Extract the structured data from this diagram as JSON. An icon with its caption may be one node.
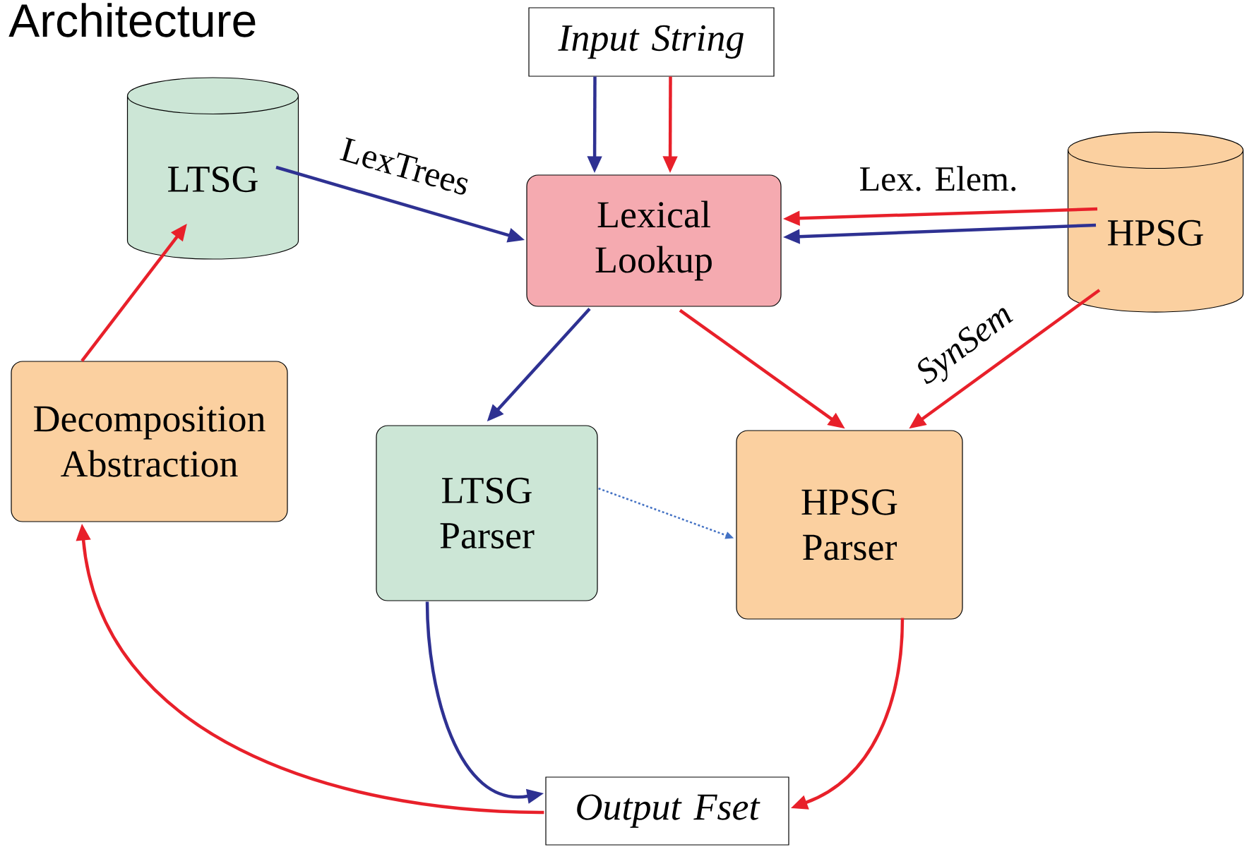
{
  "diagram": {
    "title": "Architecture",
    "nodes": [
      {
        "text": [
          "Input String"
        ]
      },
      {
        "text": [
          "LTSG"
        ]
      },
      {
        "text": [
          "Lexical Lookup"
        ]
      },
      {
        "text": [
          "HPSG"
        ]
      },
      {
        "text": [
          "Decomposition Abstraction"
        ]
      },
      {
        "text": [
          "LTSG Parser"
        ]
      },
      {
        "text": [
          "HPSG Parser"
        ]
      },
      {
        "text": [
          "Output Fset"
        ]
      }
    ],
    "edges": [
      {
        "from": 0,
        "to": 2,
        "arrow": "to",
        "color": "#2e3192"
      },
      {
        "from": 0,
        "to": 2,
        "arrow": "to"
      },
      {
        "from": 1,
        "to": 2,
        "arrow": "to",
        "label": "LexTrees",
        "color": "#2e3192"
      },
      {
        "from": 3,
        "to": 2,
        "arrow": "to",
        "label": "Lex. Elem."
      },
      {
        "from": 3,
        "to": 2,
        "arrow": "to",
        "color": "#2e3192"
      },
      {
        "from": 2,
        "to": 5,
        "arrow": "to",
        "color": "#2e3192"
      },
      {
        "from": 2,
        "to": 6,
        "arrow": "to"
      },
      {
        "from": 3,
        "to": 6,
        "arrow": "to",
        "label": "SynSem"
      },
      {
        "from": 5,
        "to": 6,
        "arrow": "to",
        "style": "dashed",
        "color": "#4472c4"
      },
      {
        "from": 5,
        "to": 7,
        "arrow": "to",
        "color": "#2e3192"
      },
      {
        "from": 6,
        "to": 7,
        "arrow": "to"
      },
      {
        "from": 7,
        "to": 4,
        "arrow": "to"
      },
      {
        "from": 4,
        "to": 1,
        "arrow": "to"
      }
    ]
  }
}
